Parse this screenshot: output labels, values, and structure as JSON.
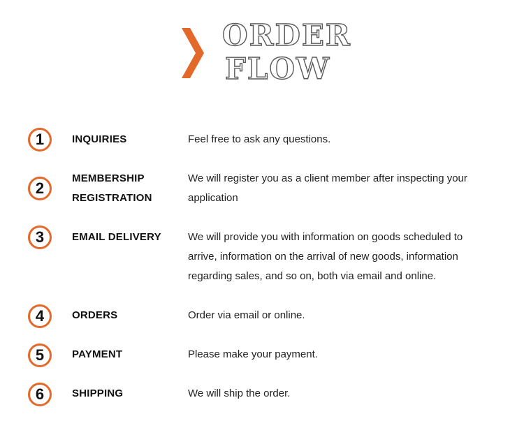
{
  "title": {
    "line1": "ORDER",
    "line2": "FLOW",
    "chevron_icon": "chevron-right-icon",
    "accent_color": "#e3692b"
  },
  "steps": [
    {
      "number": "1",
      "label": "INQUIRIES",
      "description": "Feel free to ask any questions."
    },
    {
      "number": "2",
      "label": "MEMBERSHIP REGISTRATION",
      "description": "We will register you as a client member after inspecting your application"
    },
    {
      "number": "3",
      "label": "EMAIL DELIVERY",
      "description": "We will provide you with information on goods scheduled to arrive, information on the arrival of new goods, information regarding sales, and so on, both via email and online."
    },
    {
      "number": "4",
      "label": "ORDERS",
      "description": "Order via email or online."
    },
    {
      "number": "5",
      "label": "PAYMENT",
      "description": "Please make your payment."
    },
    {
      "number": "6",
      "label": "SHIPPING",
      "description": "We will ship the order."
    }
  ]
}
